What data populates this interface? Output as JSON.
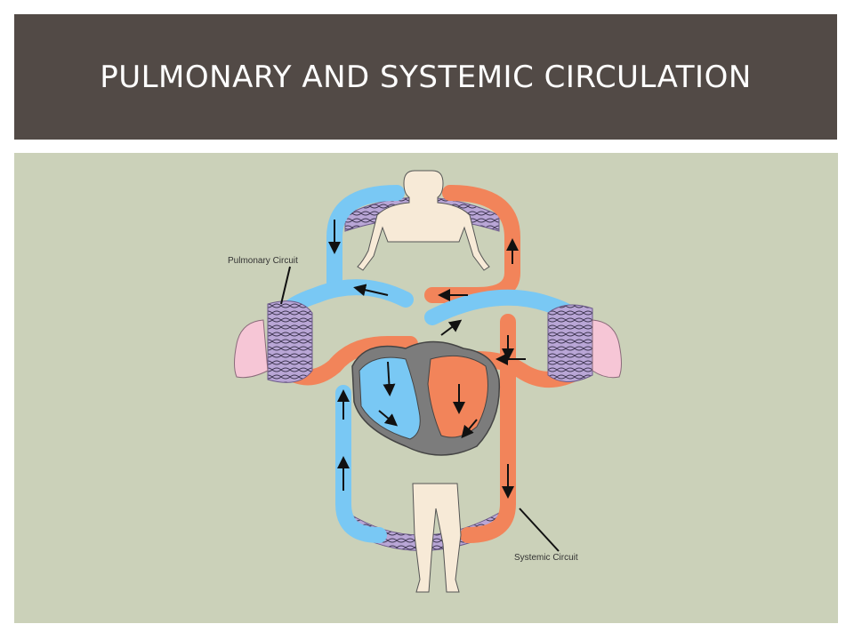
{
  "slide": {
    "title": "PULMONARY AND SYSTEMIC CIRCULATION"
  },
  "diagram": {
    "labels": {
      "pulmonary": "Pulmonary Circuit",
      "systemic": "Systemic Circuit"
    }
  },
  "colors": {
    "title_bar": "#524a46",
    "panel_background": "#cbd1b9",
    "oxygenated_blood": "#f2845a",
    "deoxygenated_blood": "#79c8f4",
    "capillary_bed": "#b9a6d6",
    "lung": "#f6c6d6",
    "body_skin": "#f7ead7",
    "heart_wall": "#7c7c7c"
  }
}
